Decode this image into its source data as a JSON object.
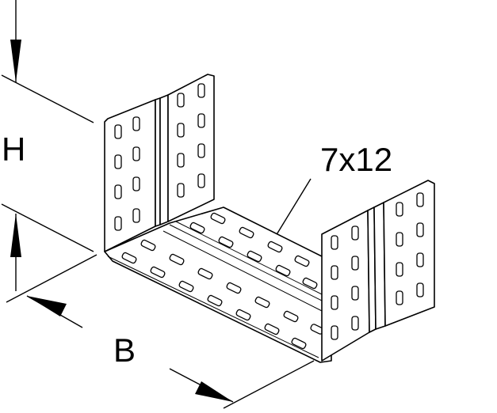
{
  "diagram": {
    "dimension_height_label": "H",
    "dimension_width_label": "B",
    "perforation_label": "7x12"
  }
}
